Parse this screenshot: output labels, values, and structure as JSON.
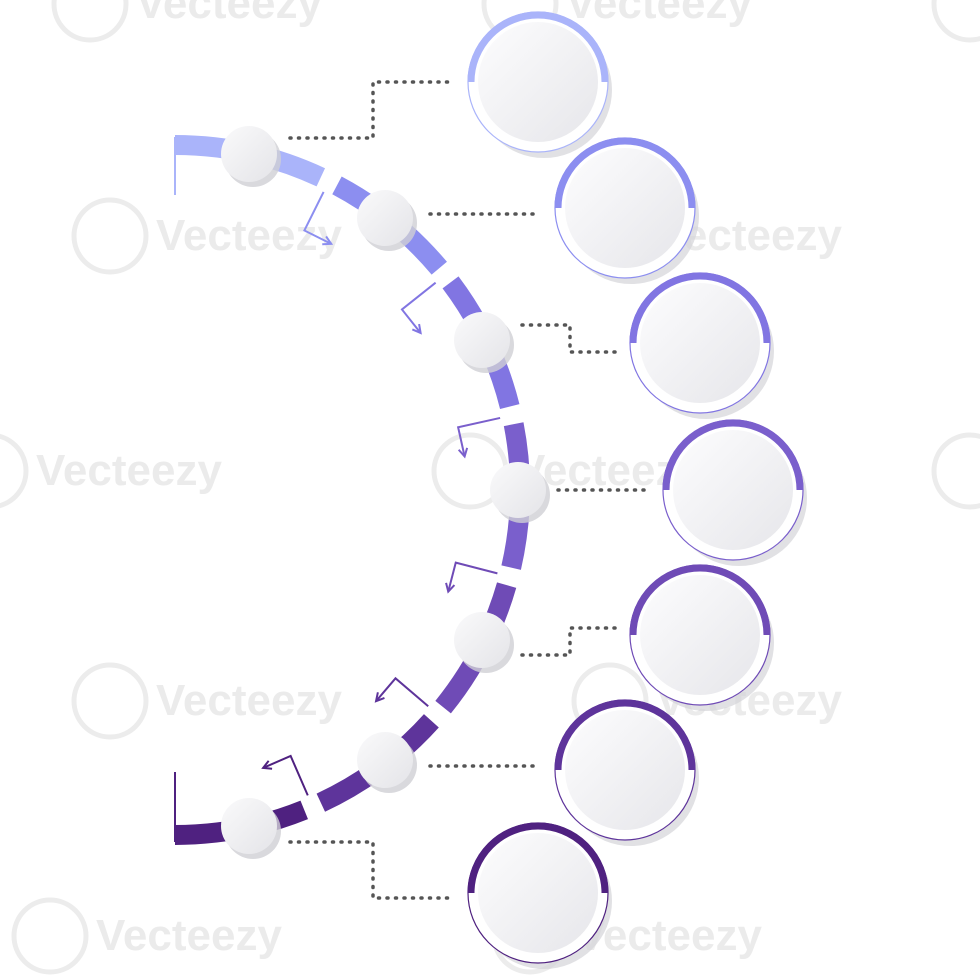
{
  "watermark": {
    "text": "Vecteezy"
  },
  "colors": {
    "steps": [
      "#aab4fa",
      "#8c8ef0",
      "#8175e2",
      "#7a5fcc",
      "#6f4bb6",
      "#5e349b",
      "#4f2180"
    ],
    "connector": "#555555",
    "node_fill": "#f1f1f3",
    "node_shadow": "#cfcfd4"
  },
  "steps": [
    {
      "id": 1
    },
    {
      "id": 2
    },
    {
      "id": 3
    },
    {
      "id": 4
    },
    {
      "id": 5
    },
    {
      "id": 6
    },
    {
      "id": 7
    }
  ]
}
